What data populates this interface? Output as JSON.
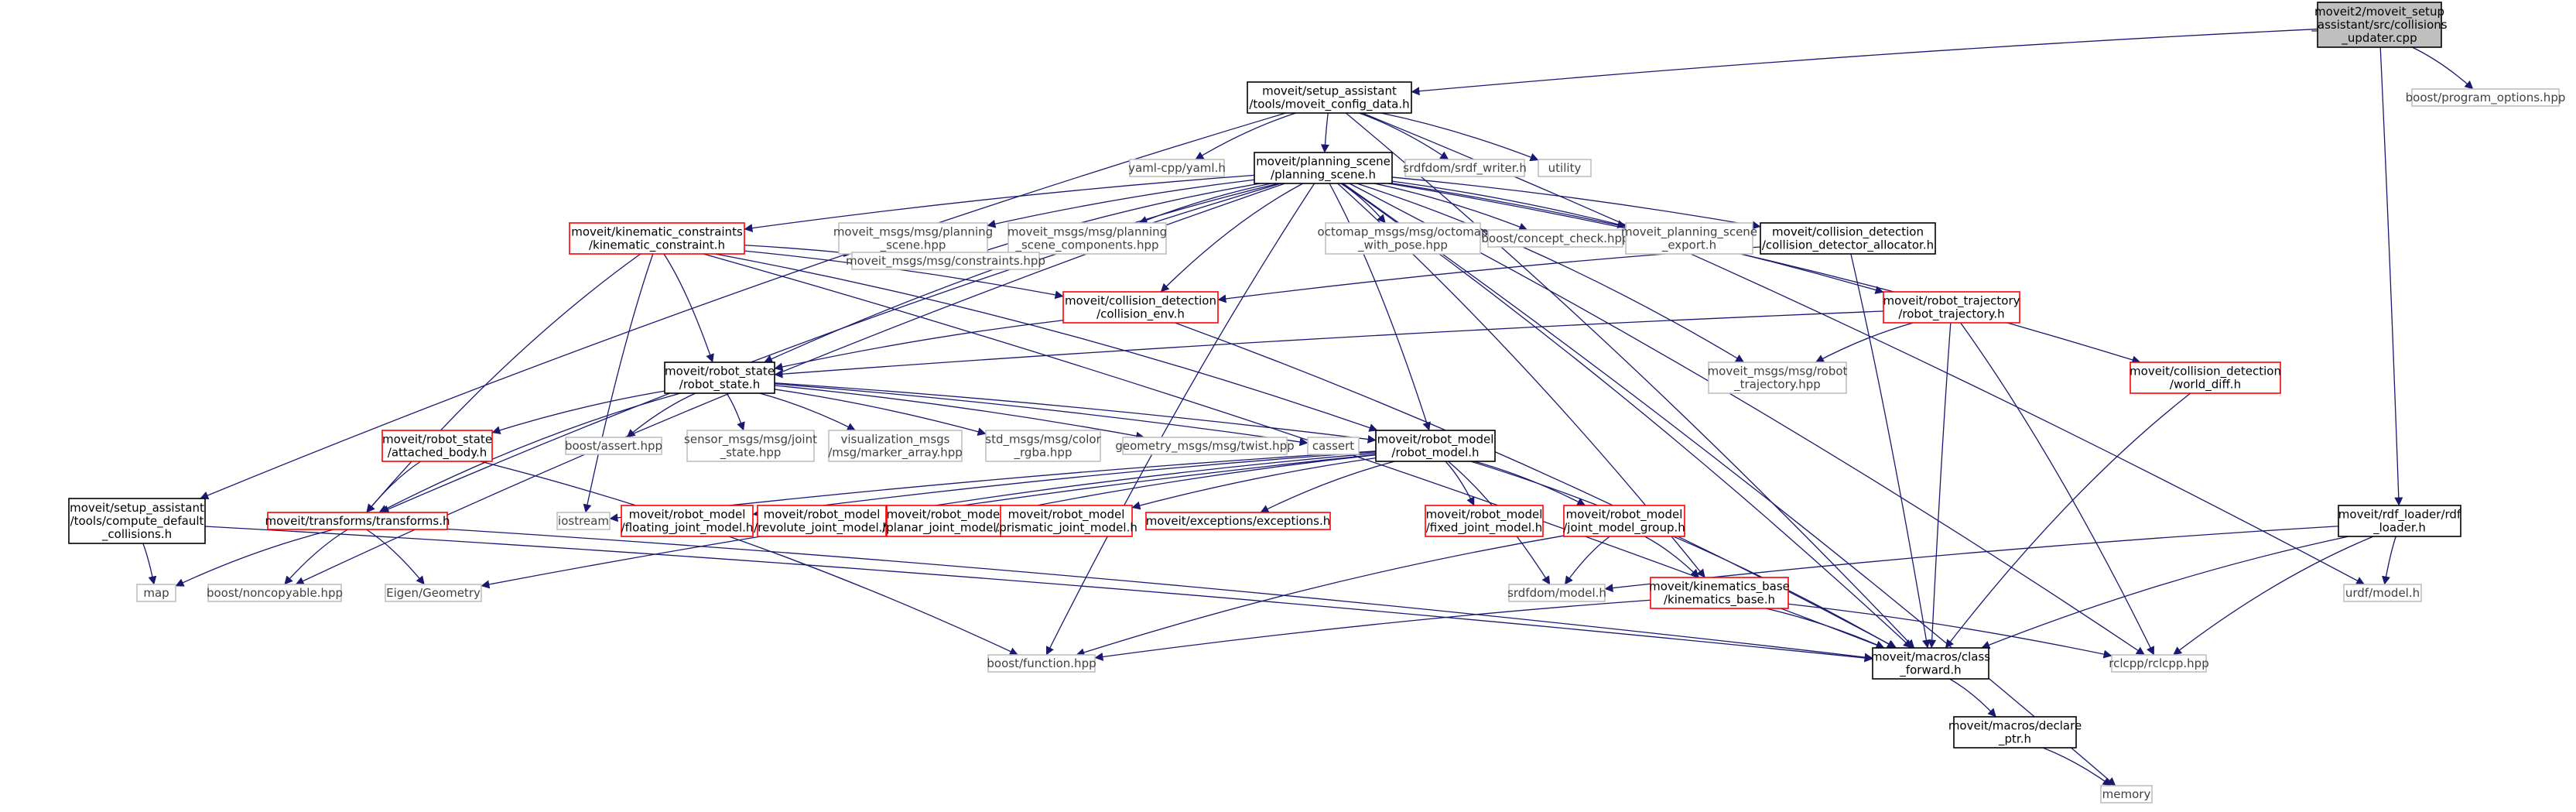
{
  "colors": {
    "edge": "#191970",
    "border_normal": "#000000",
    "border_linked": "#ff0000",
    "border_external": "#bfbfbf",
    "text_normal": "#000000",
    "text_external": "#404040",
    "root_fill": "#bfbfbf",
    "fill": "#ffffff"
  },
  "nodes": [
    {
      "id": "root",
      "kind": "root",
      "lines": [
        "moveit2/moveit_setup",
        "_assistant/src/collisions",
        "_updater.cpp"
      ]
    },
    {
      "id": "config_data",
      "kind": "normal",
      "lines": [
        "moveit/setup_assistant",
        "/tools/moveit_config_data.h"
      ]
    },
    {
      "id": "program_options",
      "kind": "external",
      "lines": [
        "boost/program_options.hpp"
      ]
    },
    {
      "id": "yaml",
      "kind": "external",
      "lines": [
        "yaml-cpp/yaml.h"
      ]
    },
    {
      "id": "planning_scene",
      "kind": "normal",
      "lines": [
        "moveit/planning_scene",
        "/planning_scene.h"
      ]
    },
    {
      "id": "srdf_writer",
      "kind": "external",
      "lines": [
        "srdfdom/srdf_writer.h"
      ]
    },
    {
      "id": "utility",
      "kind": "external",
      "lines": [
        "utility"
      ]
    },
    {
      "id": "kinematic_constraint",
      "kind": "linked",
      "lines": [
        "moveit/kinematic_constraints",
        "/kinematic_constraint.h"
      ]
    },
    {
      "id": "msg_planning_scene",
      "kind": "external",
      "lines": [
        "moveit_msgs/msg/planning",
        "_scene.hpp"
      ]
    },
    {
      "id": "msg_planning_scene_components",
      "kind": "external",
      "lines": [
        "moveit_msgs/msg/planning",
        "_scene_components.hpp"
      ]
    },
    {
      "id": "octomap_with_pose",
      "kind": "external",
      "lines": [
        "octomap_msgs/msg/octomap",
        "_with_pose.hpp"
      ]
    },
    {
      "id": "concept_check",
      "kind": "external",
      "lines": [
        "boost/concept_check.hpp"
      ]
    },
    {
      "id": "planning_scene_export",
      "kind": "external",
      "lines": [
        "moveit_planning_scene",
        "_export.h"
      ]
    },
    {
      "id": "collision_detector_allocator",
      "kind": "normal",
      "lines": [
        "moveit/collision_detection",
        "/collision_detector_allocator.h"
      ]
    },
    {
      "id": "msg_constraints",
      "kind": "external",
      "lines": [
        "moveit_msgs/msg/constraints.hpp"
      ]
    },
    {
      "id": "collision_env",
      "kind": "linked",
      "lines": [
        "moveit/collision_detection",
        "/collision_env.h"
      ]
    },
    {
      "id": "robot_trajectory",
      "kind": "linked",
      "lines": [
        "moveit/robot_trajectory",
        "/robot_trajectory.h"
      ]
    },
    {
      "id": "msg_robot_trajectory",
      "kind": "external",
      "lines": [
        "moveit_msgs/msg/robot",
        "_trajectory.hpp"
      ]
    },
    {
      "id": "world_diff",
      "kind": "linked",
      "lines": [
        "moveit/collision_detection",
        "/world_diff.h"
      ]
    },
    {
      "id": "robot_state",
      "kind": "normal",
      "lines": [
        "moveit/robot_state",
        "/robot_state.h"
      ]
    },
    {
      "id": "boost_assert",
      "kind": "external",
      "lines": [
        "boost/assert.hpp"
      ]
    },
    {
      "id": "joint_state",
      "kind": "external",
      "lines": [
        "sensor_msgs/msg/joint",
        "_state.hpp"
      ]
    },
    {
      "id": "marker_array",
      "kind": "external",
      "lines": [
        "visualization_msgs",
        "/msg/marker_array.hpp"
      ]
    },
    {
      "id": "color_rgba",
      "kind": "external",
      "lines": [
        "std_msgs/msg/color",
        "_rgba.hpp"
      ]
    },
    {
      "id": "twist",
      "kind": "external",
      "lines": [
        "geometry_msgs/msg/twist.hpp"
      ]
    },
    {
      "id": "cassert",
      "kind": "external",
      "lines": [
        "cassert"
      ]
    },
    {
      "id": "robot_model",
      "kind": "normal",
      "lines": [
        "moveit/robot_model",
        "/robot_model.h"
      ]
    },
    {
      "id": "attached_body",
      "kind": "linked",
      "lines": [
        "moveit/robot_state",
        "/attached_body.h"
      ]
    },
    {
      "id": "compute_default_collisions",
      "kind": "normal",
      "lines": [
        "moveit/setup_assistant",
        "/tools/compute_default",
        "_collisions.h"
      ]
    },
    {
      "id": "transforms",
      "kind": "linked",
      "lines": [
        "moveit/transforms/transforms.h"
      ]
    },
    {
      "id": "iostream",
      "kind": "external",
      "lines": [
        "iostream"
      ]
    },
    {
      "id": "floating_joint_model",
      "kind": "linked",
      "lines": [
        "moveit/robot_model",
        "/floating_joint_model.h"
      ]
    },
    {
      "id": "revolute_joint_model",
      "kind": "linked",
      "lines": [
        "moveit/robot_model",
        "/revolute_joint_model.h"
      ]
    },
    {
      "id": "planar_joint_model",
      "kind": "linked",
      "lines": [
        "moveit/robot_model",
        "/planar_joint_model.h"
      ]
    },
    {
      "id": "prismatic_joint_model",
      "kind": "linked",
      "lines": [
        "moveit/robot_model",
        "/prismatic_joint_model.h"
      ]
    },
    {
      "id": "exceptions",
      "kind": "linked",
      "lines": [
        "moveit/exceptions/exceptions.h"
      ]
    },
    {
      "id": "fixed_joint_model",
      "kind": "linked",
      "lines": [
        "moveit/robot_model",
        "/fixed_joint_model.h"
      ]
    },
    {
      "id": "joint_model_group",
      "kind": "linked",
      "lines": [
        "moveit/robot_model",
        "/joint_model_group.h"
      ]
    },
    {
      "id": "rdf_loader",
      "kind": "normal",
      "lines": [
        "moveit/rdf_loader/rdf",
        "_loader.h"
      ]
    },
    {
      "id": "urdf_model",
      "kind": "external",
      "lines": [
        "urdf/model.h"
      ]
    },
    {
      "id": "map",
      "kind": "external",
      "lines": [
        "map"
      ]
    },
    {
      "id": "noncopyable",
      "kind": "external",
      "lines": [
        "boost/noncopyable.hpp"
      ]
    },
    {
      "id": "eigen_geometry",
      "kind": "external",
      "lines": [
        "Eigen/Geometry"
      ]
    },
    {
      "id": "srdf_model",
      "kind": "external",
      "lines": [
        "srdfdom/model.h"
      ]
    },
    {
      "id": "kinematics_base",
      "kind": "linked",
      "lines": [
        "moveit/kinematics_base",
        "/kinematics_base.h"
      ]
    },
    {
      "id": "boost_function",
      "kind": "external",
      "lines": [
        "boost/function.hpp"
      ]
    },
    {
      "id": "class_forward",
      "kind": "normal",
      "lines": [
        "moveit/macros/class",
        "_forward.h"
      ]
    },
    {
      "id": "rclcpp",
      "kind": "external",
      "lines": [
        "rclcpp/rclcpp.hpp"
      ]
    },
    {
      "id": "declare_ptr",
      "kind": "normal",
      "lines": [
        "moveit/macros/declare",
        "_ptr.h"
      ]
    },
    {
      "id": "memory",
      "kind": "external",
      "lines": [
        "memory"
      ]
    }
  ],
  "edges": [
    [
      "root",
      "config_data"
    ],
    [
      "root",
      "program_options"
    ],
    [
      "root",
      "rdf_loader"
    ],
    [
      "config_data",
      "yaml"
    ],
    [
      "config_data",
      "planning_scene"
    ],
    [
      "config_data",
      "srdf_writer"
    ],
    [
      "config_data",
      "utility"
    ],
    [
      "config_data",
      "compute_default_collisions"
    ],
    [
      "config_data",
      "class_forward"
    ],
    [
      "config_data",
      "urdf_model"
    ],
    [
      "planning_scene",
      "kinematic_constraint"
    ],
    [
      "planning_scene",
      "msg_planning_scene"
    ],
    [
      "planning_scene",
      "msg_planning_scene_components"
    ],
    [
      "planning_scene",
      "octomap_with_pose"
    ],
    [
      "planning_scene",
      "concept_check"
    ],
    [
      "planning_scene",
      "planning_scene_export"
    ],
    [
      "planning_scene",
      "collision_detector_allocator"
    ],
    [
      "planning_scene",
      "msg_constraints"
    ],
    [
      "planning_scene",
      "collision_env"
    ],
    [
      "planning_scene",
      "robot_trajectory"
    ],
    [
      "planning_scene",
      "msg_robot_trajectory"
    ],
    [
      "planning_scene",
      "world_diff"
    ],
    [
      "planning_scene",
      "robot_state"
    ],
    [
      "planning_scene",
      "robot_model"
    ],
    [
      "planning_scene",
      "transforms"
    ],
    [
      "planning_scene",
      "noncopyable"
    ],
    [
      "planning_scene",
      "boost_function"
    ],
    [
      "planning_scene",
      "class_forward"
    ],
    [
      "planning_scene",
      "rclcpp"
    ],
    [
      "planning_scene",
      "memory"
    ],
    [
      "planning_scene",
      "kinematics_base"
    ],
    [
      "kinematic_constraint",
      "msg_constraints"
    ],
    [
      "kinematic_constraint",
      "collision_env"
    ],
    [
      "kinematic_constraint",
      "robot_state"
    ],
    [
      "kinematic_constraint",
      "robot_model"
    ],
    [
      "kinematic_constraint",
      "transforms"
    ],
    [
      "kinematic_constraint",
      "iostream"
    ],
    [
      "kinematic_constraint",
      "class_forward"
    ],
    [
      "collision_detector_allocator",
      "collision_env"
    ],
    [
      "collision_detector_allocator",
      "class_forward"
    ],
    [
      "collision_env",
      "robot_state"
    ],
    [
      "collision_env",
      "class_forward"
    ],
    [
      "robot_trajectory",
      "robot_state"
    ],
    [
      "robot_trajectory",
      "msg_robot_trajectory"
    ],
    [
      "robot_trajectory",
      "class_forward"
    ],
    [
      "robot_trajectory",
      "rclcpp"
    ],
    [
      "world_diff",
      "class_forward"
    ],
    [
      "robot_state",
      "boost_assert"
    ],
    [
      "robot_state",
      "joint_state"
    ],
    [
      "robot_state",
      "marker_array"
    ],
    [
      "robot_state",
      "color_rgba"
    ],
    [
      "robot_state",
      "twist"
    ],
    [
      "robot_state",
      "cassert"
    ],
    [
      "robot_state",
      "robot_model"
    ],
    [
      "robot_state",
      "attached_body"
    ],
    [
      "robot_state",
      "transforms"
    ],
    [
      "attached_body",
      "transforms"
    ],
    [
      "attached_body",
      "boost_function"
    ],
    [
      "robot_model",
      "iostream"
    ],
    [
      "robot_model",
      "floating_joint_model"
    ],
    [
      "robot_model",
      "revolute_joint_model"
    ],
    [
      "robot_model",
      "planar_joint_model"
    ],
    [
      "robot_model",
      "prismatic_joint_model"
    ],
    [
      "robot_model",
      "exceptions"
    ],
    [
      "robot_model",
      "fixed_joint_model"
    ],
    [
      "robot_model",
      "joint_model_group"
    ],
    [
      "robot_model",
      "srdf_model"
    ],
    [
      "robot_model",
      "eigen_geometry"
    ],
    [
      "robot_model",
      "class_forward"
    ],
    [
      "joint_model_group",
      "srdf_model"
    ],
    [
      "joint_model_group",
      "kinematics_base"
    ],
    [
      "joint_model_group",
      "boost_function"
    ],
    [
      "transforms",
      "map"
    ],
    [
      "transforms",
      "noncopyable"
    ],
    [
      "transforms",
      "eigen_geometry"
    ],
    [
      "transforms",
      "class_forward"
    ],
    [
      "compute_default_collisions",
      "map"
    ],
    [
      "compute_default_collisions",
      "class_forward"
    ],
    [
      "kinematics_base",
      "boost_function"
    ],
    [
      "kinematics_base",
      "class_forward"
    ],
    [
      "kinematics_base",
      "rclcpp"
    ],
    [
      "rdf_loader",
      "urdf_model"
    ],
    [
      "rdf_loader",
      "srdf_model"
    ],
    [
      "rdf_loader",
      "class_forward"
    ],
    [
      "rdf_loader",
      "rclcpp"
    ],
    [
      "class_forward",
      "declare_ptr"
    ],
    [
      "declare_ptr",
      "memory"
    ]
  ]
}
